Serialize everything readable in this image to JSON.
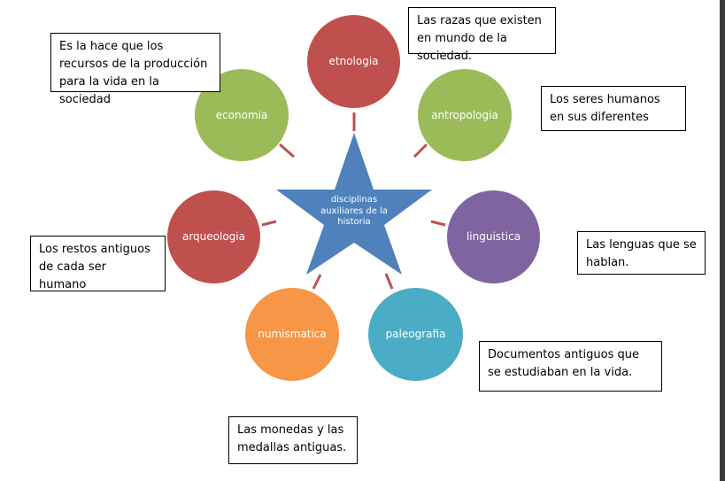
{
  "center": {
    "label": "disciplinas auxiliares de la historia",
    "color": "#4f81bd"
  },
  "nodes": {
    "etnologia": {
      "label": "etnologia",
      "color": "#c0504d"
    },
    "antropologia": {
      "label": "antropologia",
      "color": "#9bbb59"
    },
    "linguistica": {
      "label": "linguistica",
      "color": "#8064a2"
    },
    "paleografia": {
      "label": "paleografia",
      "color": "#4bacc6"
    },
    "numismatica": {
      "label": "numismatica",
      "color": "#f79646"
    },
    "arqueologia": {
      "label": "arqueologia",
      "color": "#c0504d"
    },
    "economia": {
      "label": "economia",
      "color": "#9bbb59"
    }
  },
  "notes": {
    "economia": "Es la hace que los recursos de la producción para la vida en la sociedad",
    "etnologia": "Las razas que existen en mundo de la sociedad.",
    "antropologia": "Los seres humanos en sus diferentes",
    "linguistica": "Las lenguas que se hablan.",
    "paleografia": "Documentos antiguos que se estudiaban en la vida.",
    "numismatica": "Las monedas y las medallas antiguas.",
    "arqueologia": "Los restos antiguos de cada ser humano"
  },
  "connector_color": "#c0504d"
}
